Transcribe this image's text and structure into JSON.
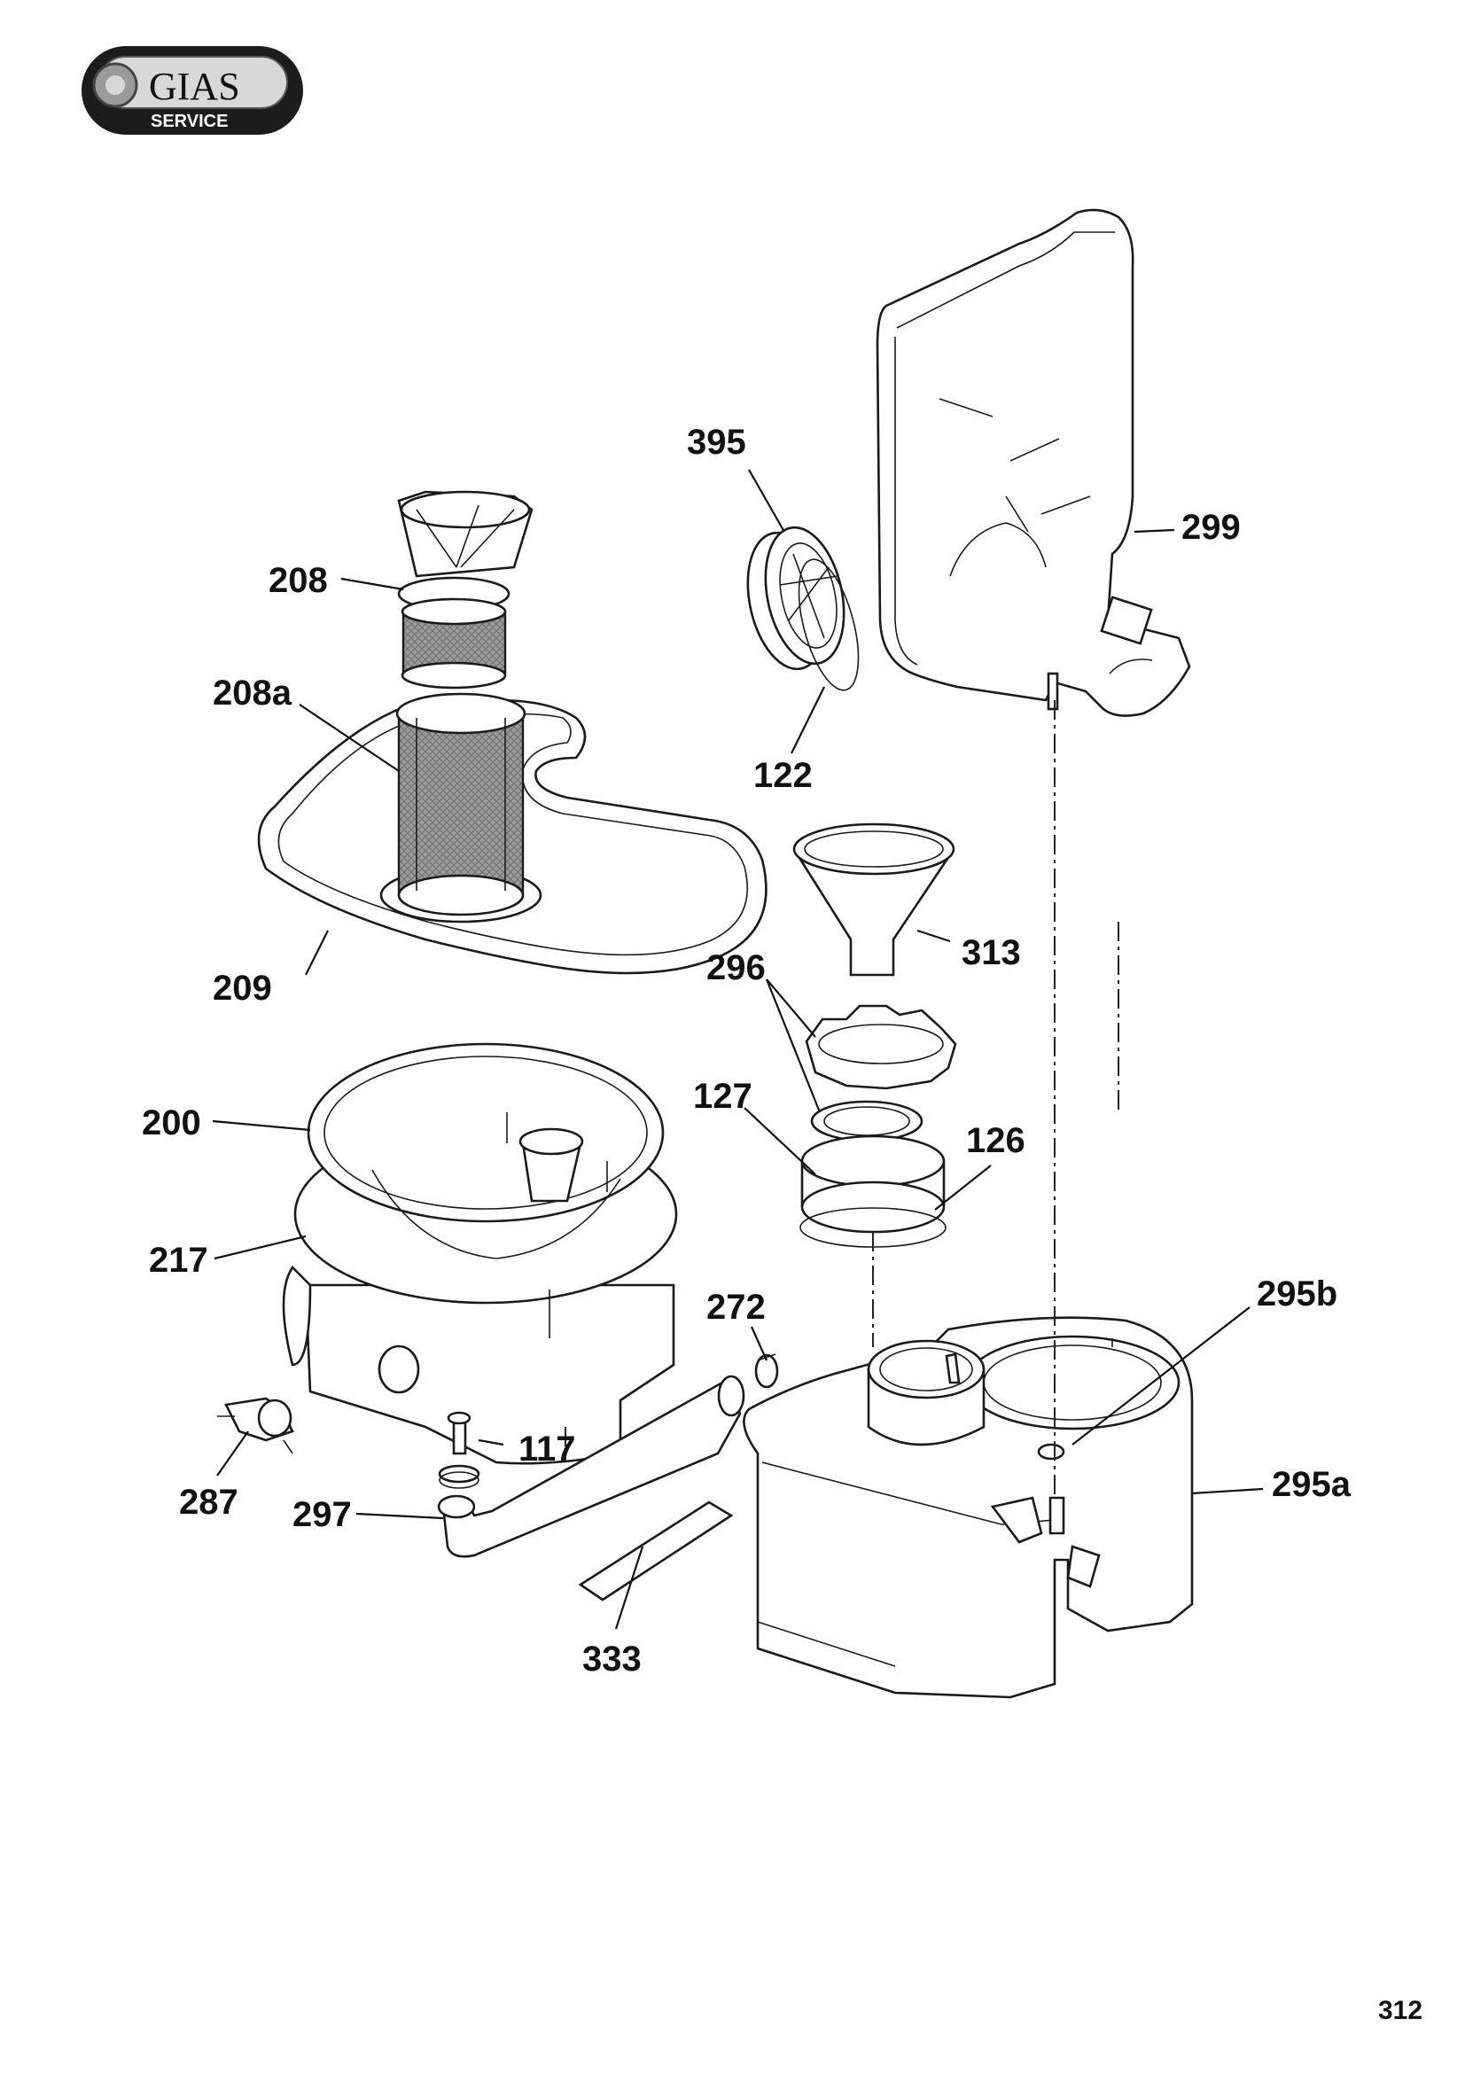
{
  "logo": {
    "brand": "GIAS",
    "sub": "SERVICE"
  },
  "page_number": "312",
  "parts": [
    {
      "id": "395"
    },
    {
      "id": "299"
    },
    {
      "id": "208"
    },
    {
      "id": "208a"
    },
    {
      "id": "122"
    },
    {
      "id": "313"
    },
    {
      "id": "296"
    },
    {
      "id": "209"
    },
    {
      "id": "127"
    },
    {
      "id": "126"
    },
    {
      "id": "200"
    },
    {
      "id": "217"
    },
    {
      "id": "295b"
    },
    {
      "id": "272"
    },
    {
      "id": "117"
    },
    {
      "id": "295a"
    },
    {
      "id": "287"
    },
    {
      "id": "297"
    },
    {
      "id": "333"
    }
  ]
}
